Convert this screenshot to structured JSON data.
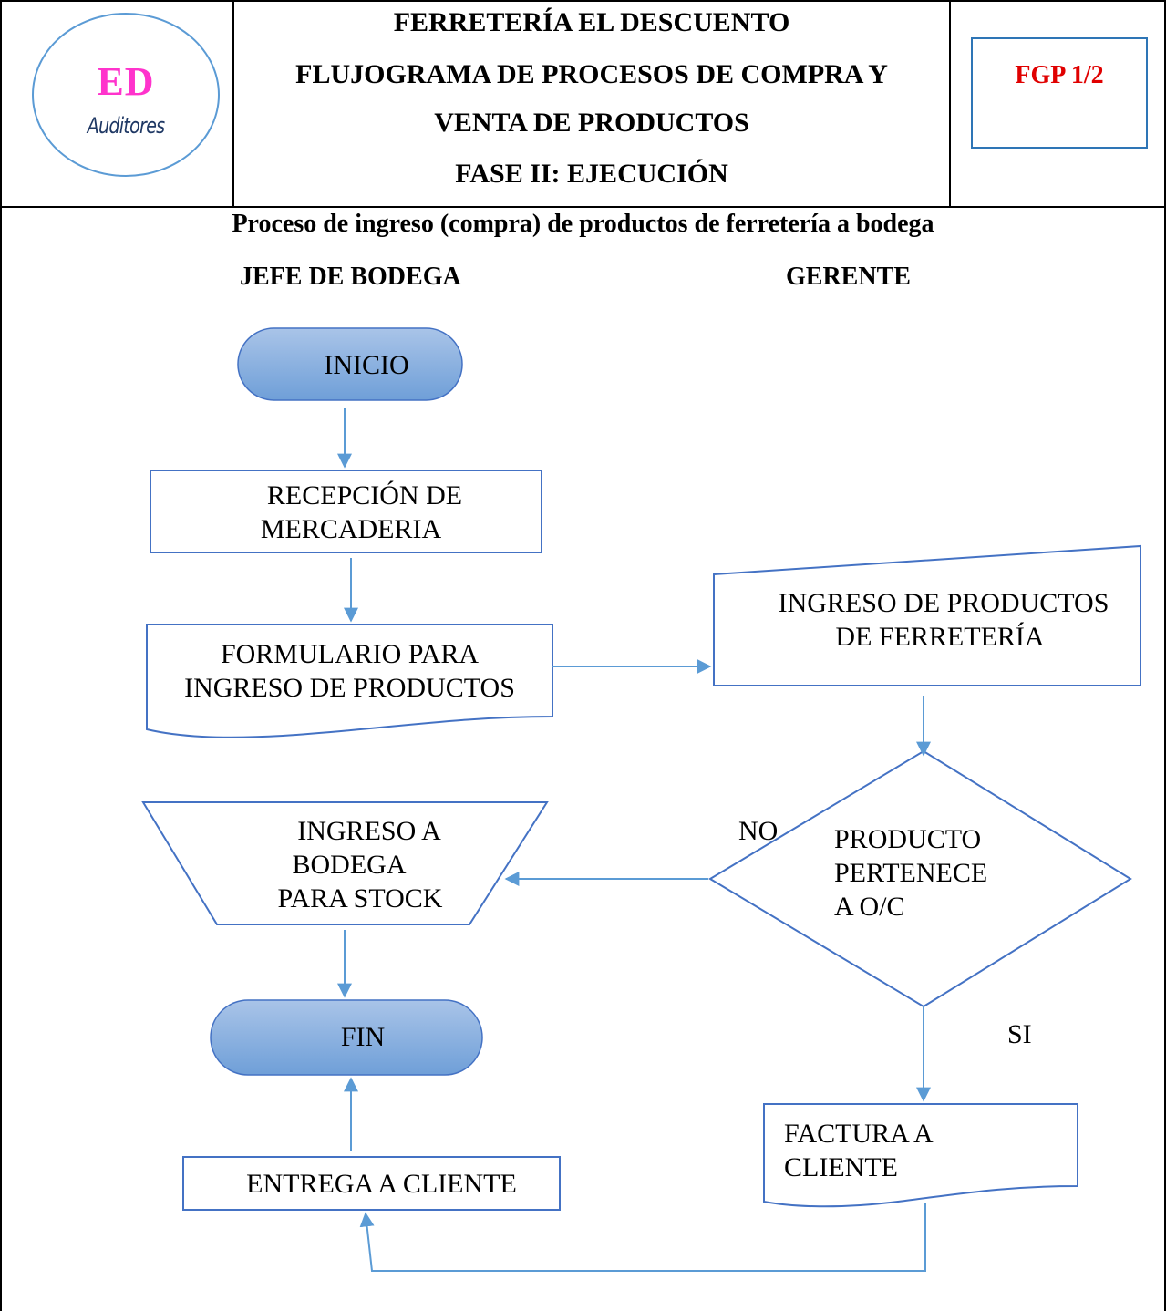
{
  "header": {
    "logo_mark": "ED",
    "logo_sub": "Auditores",
    "company": "FERRETERÍA EL DESCUENTO",
    "title_line1": "FLUJOGRAMA DE PROCESOS DE COMPRA Y",
    "title_line2": "VENTA DE PRODUCTOS",
    "phase": "FASE II: EJECUCIÓN",
    "code": "FGP 1/2"
  },
  "process_title": "Proceso de ingreso (compra) de productos de ferretería a bodega",
  "lanes": {
    "left": "JEFE DE BODEGA",
    "right": "GERENTE"
  },
  "nodes": {
    "inicio": "INICIO",
    "recepcion": [
      "RECEPCIÓN DE",
      "MERCADERIA"
    ],
    "formulario": [
      "FORMULARIO PARA",
      "INGRESO DE PRODUCTOS"
    ],
    "ingreso_productos": [
      "INGRESO DE PRODUCTOS",
      "DE FERRETERÍA"
    ],
    "decision": [
      "PRODUCTO",
      "PERTENECE",
      "A O/C"
    ],
    "ingreso_bodega": [
      "INGRESO A",
      "BODEGA",
      "PARA STOCK"
    ],
    "fin": "FIN",
    "entrega": "ENTREGA A CLIENTE",
    "factura": [
      "FACTURA A",
      "CLIENTE"
    ]
  },
  "edge_labels": {
    "no": "NO",
    "si": "SI"
  },
  "colors": {
    "shape_stroke": "#4472c4",
    "arrow": "#5b9bd5",
    "terminal_fill_top": "#a9c4e8",
    "terminal_fill_bottom": "#6f9fd8",
    "logo_mark": "#ff33cc",
    "code_text": "#e00000"
  }
}
